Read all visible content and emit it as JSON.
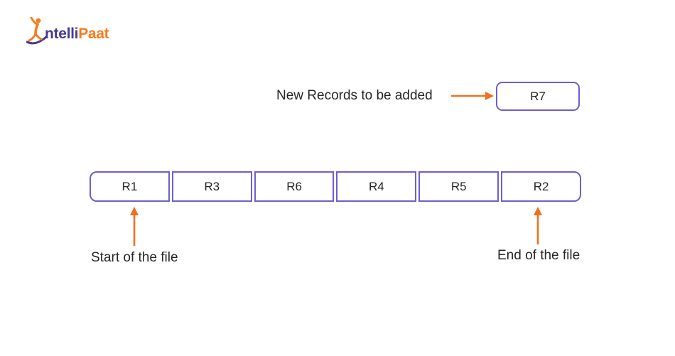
{
  "logo": {
    "prefix": "ntelli",
    "suffix": "Paat",
    "icon": "dancing-person-icon"
  },
  "new_record": {
    "label": "New Records to be added",
    "value": "R7"
  },
  "file_row": {
    "cells": [
      "R1",
      "R3",
      "R6",
      "R4",
      "R5",
      "R2"
    ]
  },
  "pointers": {
    "start_label": "Start of the file",
    "end_label": "End of the file"
  },
  "colors": {
    "box_border_purple": "#6c5fce",
    "arrow_orange": "#f1701d",
    "text_dark": "#272727",
    "logo_purple": "#453a8f",
    "logo_orange": "#f57c1f"
  }
}
